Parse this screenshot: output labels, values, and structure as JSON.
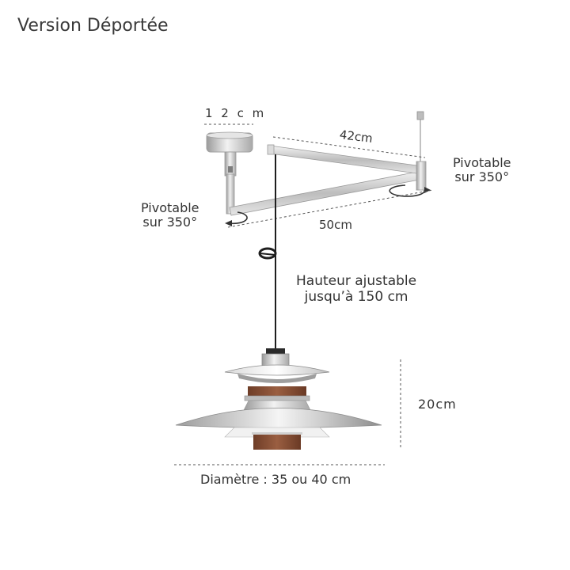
{
  "title": "Version Déportée",
  "labels": {
    "canopy_width": "1 2 c m",
    "upper_arm": "42cm",
    "lower_arm": "50cm",
    "pivot_right_line1": "Pivotable",
    "pivot_right_line2": "sur 350°",
    "pivot_left_line1": "Pivotable",
    "pivot_left_line2": "sur 350°",
    "height_line1": "Hauteur ajustable",
    "height_line2": "jusqu’à 150 cm",
    "shade_height": "20cm",
    "diameter": "Diamètre : 35 ou 40 cm"
  },
  "colors": {
    "text": "#333333",
    "chrome": "#c9c9c9",
    "chrome_dark": "#8f8f8f",
    "wood": "#8a5238",
    "cable": "#1e1e1e",
    "dim_line": "#555555"
  },
  "icons": [
    "pivot-arrow-icon",
    "pivot-arrow-icon"
  ]
}
